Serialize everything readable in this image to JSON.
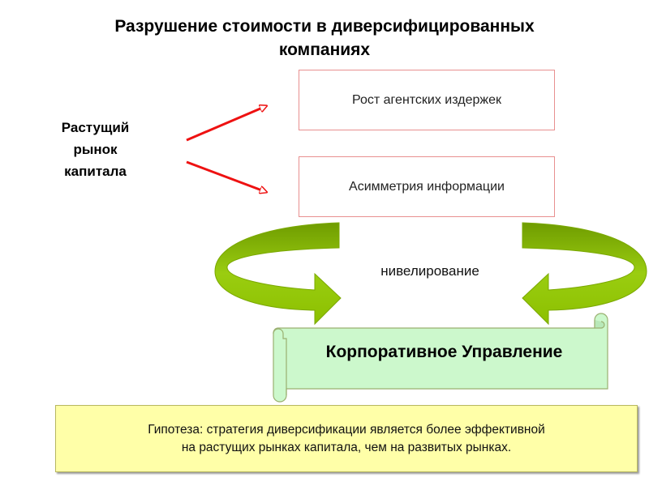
{
  "title": {
    "line1": "Разрушение стоимости в диверсифицированных",
    "line2": "компаниях"
  },
  "left_label": {
    "line1": "Растущий",
    "line2": "рынок",
    "line3": "капитала"
  },
  "boxes": [
    {
      "label": "Рост агентских издержек"
    },
    {
      "label": "Асимметрия информации"
    }
  ],
  "leveling_label": "нивелирование",
  "scroll_label": "Корпоративное Управление",
  "hypothesis": {
    "line1": "Гипотеза: стратегия диверсификации является более эффективной",
    "line2": "на растущих рынках капитала, чем на развитых рынках."
  },
  "colors": {
    "red_arrow": "#ee1111",
    "green_arrow": "#8fc400",
    "green_dark": "#6a9a00",
    "scroll_fill": "#ccf8cc",
    "hypothesis_fill": "#ffffa8",
    "box_border": "#e89090"
  }
}
